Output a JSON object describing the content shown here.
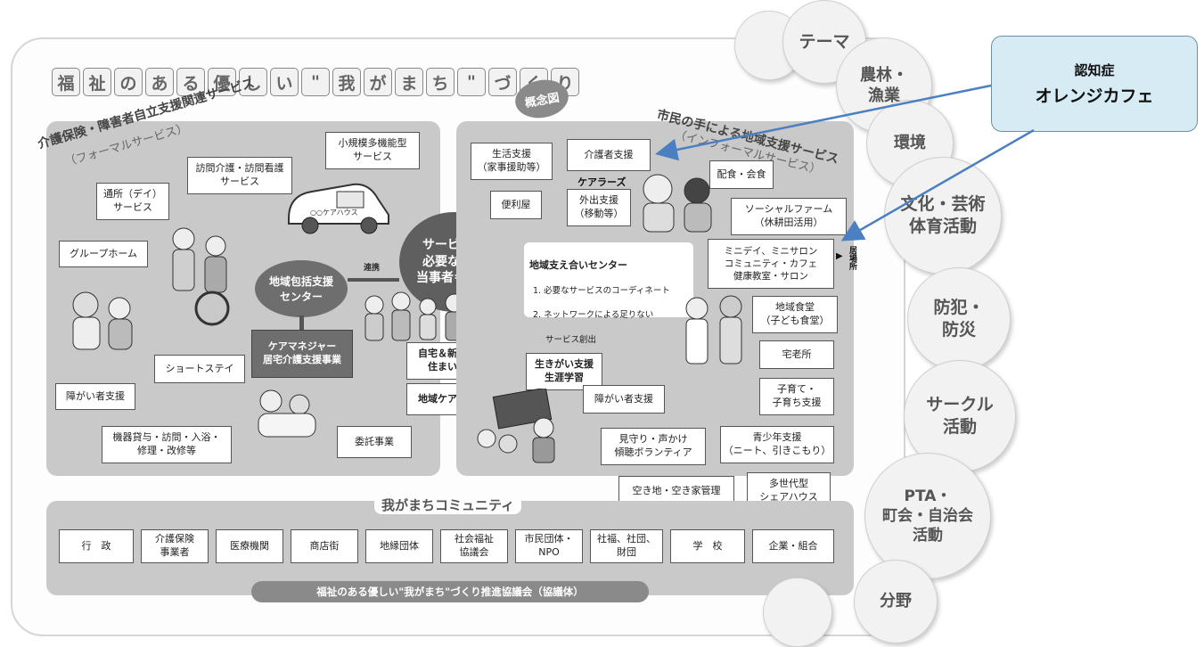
{
  "title_chars": [
    "福",
    "祉",
    "の",
    "あ",
    "る",
    "優",
    "し",
    "い",
    "\"",
    "我",
    "が",
    "ま",
    "ち",
    "\"",
    "づ",
    "く",
    "り"
  ],
  "gainen_label": "概念図",
  "left_panel": {
    "heading": "介護保険・障害者自立支援関連サービス",
    "sub": "（フォーマルサービス）",
    "boxes": {
      "small_multi": "小規模多機能型\nサービス",
      "home_visit": "訪問介護・訪問看護\nサービス",
      "day_service": "通所（デイ）\nサービス",
      "group_home": "グループホーム",
      "short_stay": "ショートステイ",
      "disabled": "障がい者支援",
      "equipment": "機器貸与・訪問・入浴・\n修理・改修等",
      "itaku": "委託事業"
    },
    "center_oval": "地域包括支援\nセンター",
    "care_manager": "ケアマネジャー\n居宅介護支援事業",
    "renkei": "連携",
    "car_text": "○○ケアハウス"
  },
  "center": {
    "main_oval": "サービスの\n必要な人＝\n当事者＝市民",
    "home_box": "自宅＆新しい\n住まい方",
    "care_meeting": "地域ケア会議"
  },
  "right_panel": {
    "heading": "市民の手による地域支援サービス",
    "sub": "（インフォーマルサービス）",
    "boxes": {
      "life_support": "生活支援\n（家事援助等）",
      "carer_support": "介護者支援",
      "haishoku": "配食・会食",
      "benriya": "便利屋",
      "gaishutsu": "外出支援\n（移動等）",
      "social_farm": "ソーシャルファーム\n（休耕田活用）",
      "mini_day": "ミニデイ、ミニサロン\nコミュニティ・カフェ\n健康教室・サロン",
      "ikigai": "生きがい支援\n生涯学習",
      "shokudo": "地域食堂\n（子ども食堂）",
      "takurosho": "宅老所",
      "disabled": "障がい者支援",
      "kosodate": "子育て・\n子育ち支援",
      "mimamori": "見守り・声かけ\n傾聴ボランティア",
      "seishonen": "青少年支援\n（ニート、引きこもり）",
      "akichi": "空き地・空き家管理",
      "share_house": "多世代型\nシェアハウス"
    },
    "care_plus": "ケアラーズ",
    "ibasho": "居場所",
    "center_title": "地域支え合いセンター",
    "center_item1": "1. 必要なサービスのコーディネート",
    "center_item2": "2. ネットワークによる足りない",
    "center_item3": "サービス創出"
  },
  "community": {
    "heading": "我がまちコミュニティ",
    "items": [
      "行　政",
      "介護保険\n事業者",
      "医療機関",
      "商店街",
      "地縁団体",
      "社会福祉\n協議会",
      "市民団体・\nNPO",
      "社福、社団、\n財団",
      "学　校",
      "企業・組合"
    ],
    "council": "福祉のある優しい\"我がまち\"づくり推進協議会（協議体）"
  },
  "side_themes": {
    "top": "テーマ",
    "agri": "農林・\n漁業",
    "env": "環境",
    "culture": "文化・芸術\n体育活動",
    "safety": "防犯・\n防災",
    "circle": "サークル\n活動",
    "pta": "PTA・\n町会・自治会\n活動",
    "field": "分野"
  },
  "callout": {
    "line1": "認知症",
    "line2": "オレンジカフェ"
  },
  "colors": {
    "panel": "#c9c9c9",
    "oval_dark": "#6e6e6e",
    "callout_bg": "#d6ebf4",
    "arrow": "#4a7fc1"
  }
}
